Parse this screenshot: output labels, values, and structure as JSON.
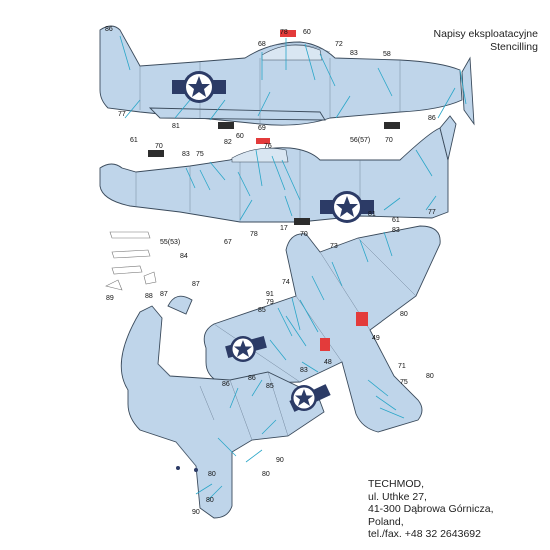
{
  "header": {
    "title_pl": "Napisy eksploatacyjne",
    "title_en": "Stencilling"
  },
  "publisher": {
    "name": "TECHMOD,",
    "street": "ul. Uthke 27,",
    "city": "41-300 Dąbrowa Górnicza,",
    "country": "Poland,",
    "phone": "tel./fax. +48 32 2643692"
  },
  "callouts": {
    "top_view": [
      "86",
      "77",
      "61",
      "81",
      "68",
      "78",
      "60",
      "72",
      "83",
      "58",
      "69",
      "56(57)",
      "70"
    ],
    "side_view": [
      "70",
      "83",
      "75",
      "82",
      "60",
      "76",
      "86",
      "78",
      "67",
      "55(53)",
      "84",
      "87",
      "61",
      "81",
      "77",
      "17",
      "70",
      "87",
      "88",
      "89"
    ],
    "underside_right": [
      "73",
      "83",
      "91",
      "74",
      "79",
      "85",
      "86",
      "48",
      "49",
      "71",
      "75",
      "80",
      "83",
      "80"
    ],
    "underside_left": [
      "85",
      "86",
      "80",
      "90",
      "80",
      "90",
      "80"
    ]
  },
  "colors": {
    "aircraft_blue": "#bfd5ea",
    "outline": "#3b4b5c",
    "leader_cyan": "#2aa6c8",
    "stencil_red": "#e33b3b",
    "stencil_dark": "#2d2d2d",
    "insignia_blue": "#2c3b66"
  }
}
